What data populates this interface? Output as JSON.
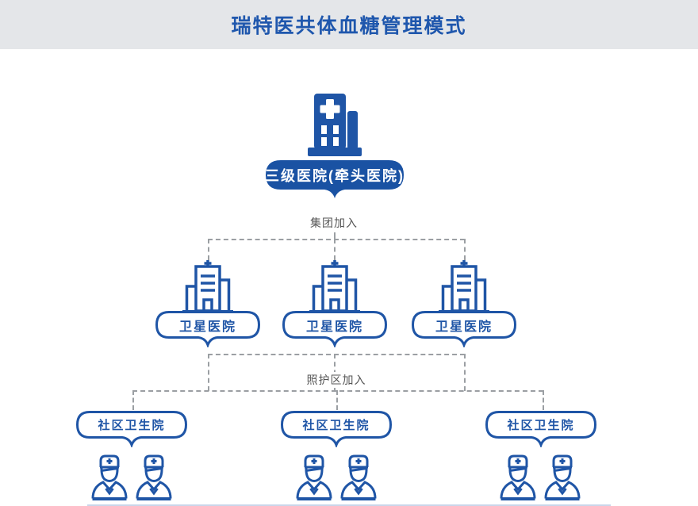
{
  "header": {
    "title": "瑞特医共体血糖管理模式"
  },
  "colors": {
    "primary_blue": "#1f55a6",
    "solid_bubble_blue": "#1a52a3",
    "header_bg": "#e4e6e9",
    "dash_gray": "#9b9fa3",
    "join_text_gray": "#555555"
  },
  "root": {
    "label": "三级医院(牵头医院)",
    "icon": "hospital-building-icon"
  },
  "level1": {
    "join_label": "集团加入",
    "nodes": [
      {
        "label": "卫星医院",
        "icon": "clinic-building-icon"
      },
      {
        "label": "卫星医院",
        "icon": "clinic-building-icon"
      },
      {
        "label": "卫星医院",
        "icon": "clinic-building-icon"
      }
    ]
  },
  "level2": {
    "join_label": "照护区加入",
    "nodes": [
      {
        "label": "社区卫生院",
        "doctors_per_node": 2,
        "icon": "doctor-icon"
      },
      {
        "label": "社区卫生院",
        "doctors_per_node": 2,
        "icon": "doctor-icon"
      },
      {
        "label": "社区卫生院",
        "doctors_per_node": 2,
        "icon": "doctor-icon"
      }
    ]
  }
}
